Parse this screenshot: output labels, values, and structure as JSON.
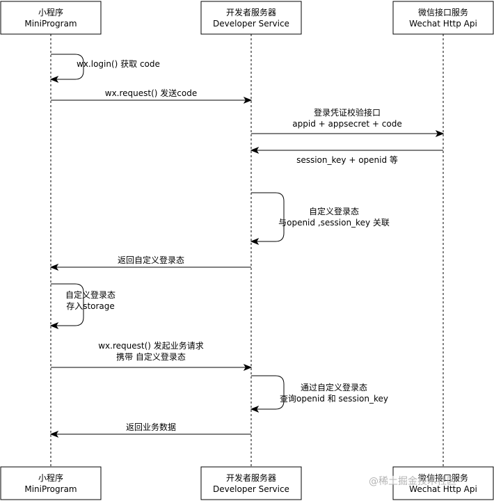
{
  "participants": [
    {
      "name_zh": "小程序",
      "name_en": "MiniProgram"
    },
    {
      "name_zh": "开发者服务器",
      "name_en": "Developer Service"
    },
    {
      "name_zh": "微信接口服务",
      "name_en": "Wechat Http Api"
    }
  ],
  "messages": [
    {
      "from": 0,
      "to": 0,
      "lines": [
        "wx.login() 获取 code"
      ]
    },
    {
      "from": 0,
      "to": 1,
      "lines": [
        "wx.request() 发送code"
      ]
    },
    {
      "from": 1,
      "to": 2,
      "lines": [
        "登录凭证校验接口",
        "appid + appsecret + code"
      ]
    },
    {
      "from": 2,
      "to": 1,
      "lines": [
        "session_key + openid 等"
      ]
    },
    {
      "from": 1,
      "to": 1,
      "lines": [
        "自定义登录态",
        "与openid ,session_key 关联"
      ]
    },
    {
      "from": 1,
      "to": 0,
      "lines": [
        "返回自定义登录态"
      ]
    },
    {
      "from": 0,
      "to": 0,
      "lines": [
        "自定义登录态",
        "存入storage"
      ]
    },
    {
      "from": 0,
      "to": 1,
      "lines": [
        "wx.request() 发起业务请求",
        "携带 自定义登录态"
      ]
    },
    {
      "from": 1,
      "to": 1,
      "lines": [
        "通过自定义登录态",
        "查询openid 和 session_key"
      ]
    },
    {
      "from": 1,
      "to": 0,
      "lines": [
        "返回业务数据"
      ]
    }
  ],
  "watermark": "@稀土掘金技术社区"
}
